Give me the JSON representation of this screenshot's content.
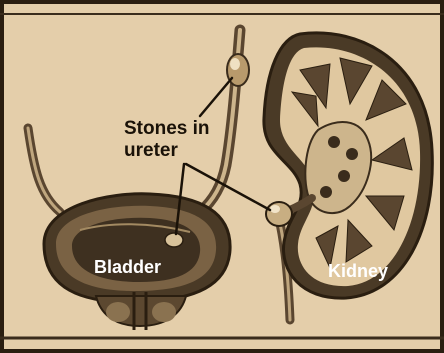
{
  "labels": {
    "stones_line1": "Stones in",
    "stones_line2": "ureter",
    "bladder": "Bladder",
    "kidney": "Kidney"
  },
  "colors": {
    "paper": "#e4ceaa",
    "ink": "#1a1208",
    "organ_dark": "#3a2c1c",
    "organ_mid": "#6a5438",
    "highlight": "#f2e4c8"
  }
}
